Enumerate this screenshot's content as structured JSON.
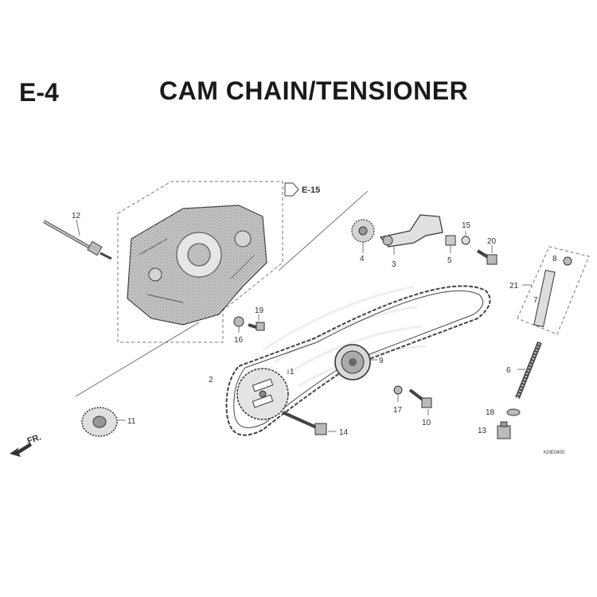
{
  "header": {
    "section_code": "E-4",
    "title": "CAM CHAIN/TENSIONER"
  },
  "reference": {
    "label": "E-15",
    "front_label": "FR."
  },
  "callouts": [
    "1",
    "2",
    "3",
    "4",
    "5",
    "6",
    "7",
    "8",
    "9",
    "10",
    "11",
    "12",
    "13",
    "14",
    "15",
    "16",
    "17",
    "18",
    "19",
    "20",
    "21"
  ],
  "diagram_code": "K0IE0400",
  "colors": {
    "line": "#555555",
    "part_fill": "#d9d9d9",
    "dark": "#333333"
  }
}
